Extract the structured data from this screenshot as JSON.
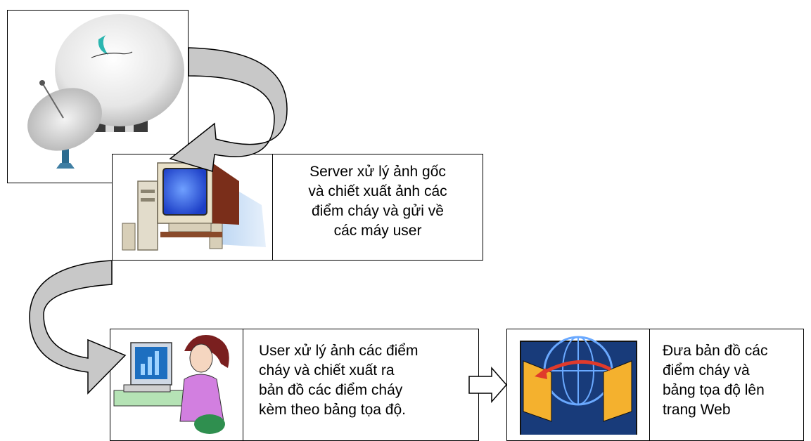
{
  "step_server": {
    "text": "Server xử lý ảnh gốc\nvà chiết xuất ảnh các\nđiểm cháy và gửi về\ncác máy user"
  },
  "step_user": {
    "text": "User xử lý  ảnh các điểm\ncháy và chiết xuất ra\nbản đồ các điểm cháy\nkèm theo bảng tọa độ."
  },
  "step_web": {
    "text": "Đưa bản đồ các\nđiểm cháy và\nbảng tọa độ lên\ntrang Web"
  },
  "images": {
    "satellite": "satellite-station-image",
    "server": "server-computer-image",
    "user": "user-at-computer-image",
    "web": "web-transfer-image"
  }
}
